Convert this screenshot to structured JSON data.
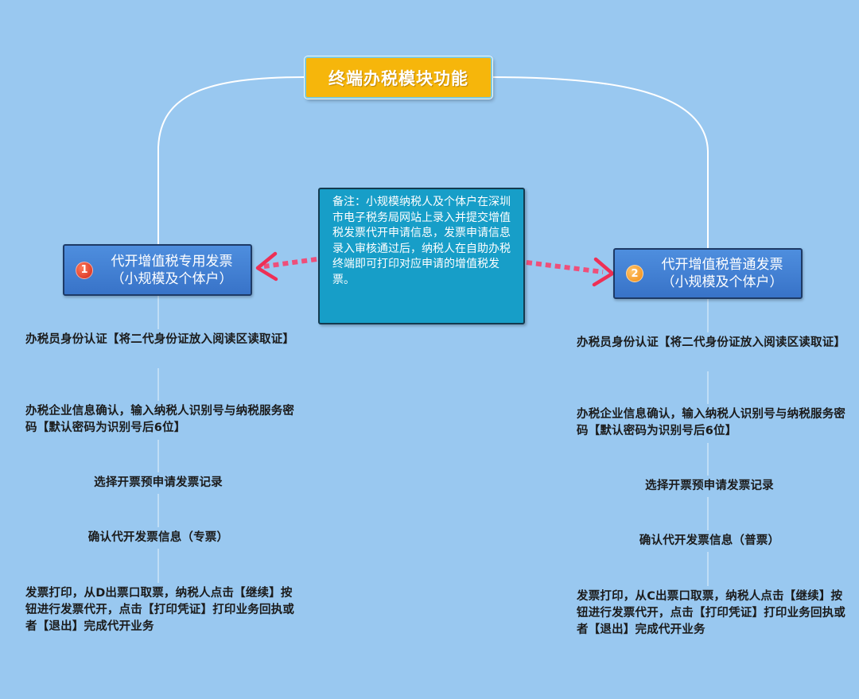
{
  "root": {
    "title": "终端办税模块功能",
    "color": "#f6b60b"
  },
  "note": {
    "text": "备注：小规模纳税人及个体户在深圳市电子税务局网站上录入并提交增值税发票代开申请信息，发票申请信息录入审核通过后，纳税人在自助办税终端即可打印对应申请的增值税发票。",
    "color": "#179ec8"
  },
  "branches": [
    {
      "number": "1",
      "line1": "代开增值税专用发票",
      "line2": "（小规模及个体户）",
      "badge_color": "#d1271a",
      "steps": [
        "办税员身份认证【将二代身份证放入阅读区读取证】",
        "办税企业信息确认，输入纳税人识别号与纳税服务密码【默认密码为识别号后6位】",
        "选择开票预申请发票记录",
        "确认代开发票信息（专票）",
        "发票打印，从D出票口取票，纳税人点击【继续】按钮进行发票代开，点击【打印凭证】打印业务回执或者【退出】完成代开业务"
      ]
    },
    {
      "number": "2",
      "line1": "代开增值税普通发票",
      "line2": "（小规模及个体户）",
      "badge_color": "#f08a10",
      "steps": [
        "办税员身份认证【将二代身份证放入阅读区读取证】",
        "办税企业信息确认，输入纳税人识别号与纳税服务密码【默认密码为识别号后6位】",
        "选择开票预申请发票记录",
        "确认代开发票信息（普票）",
        "发票打印，从C出票口取票，纳税人点击【继续】按钮进行发票代开，点击【打印凭证】打印业务回执或者【退出】完成代开业务"
      ]
    }
  ],
  "colors": {
    "background": "#99c8f0",
    "branch_fill": "#3f7fd3",
    "dotted_arrow": "#ee4f7a",
    "connector": "#ffffff"
  }
}
